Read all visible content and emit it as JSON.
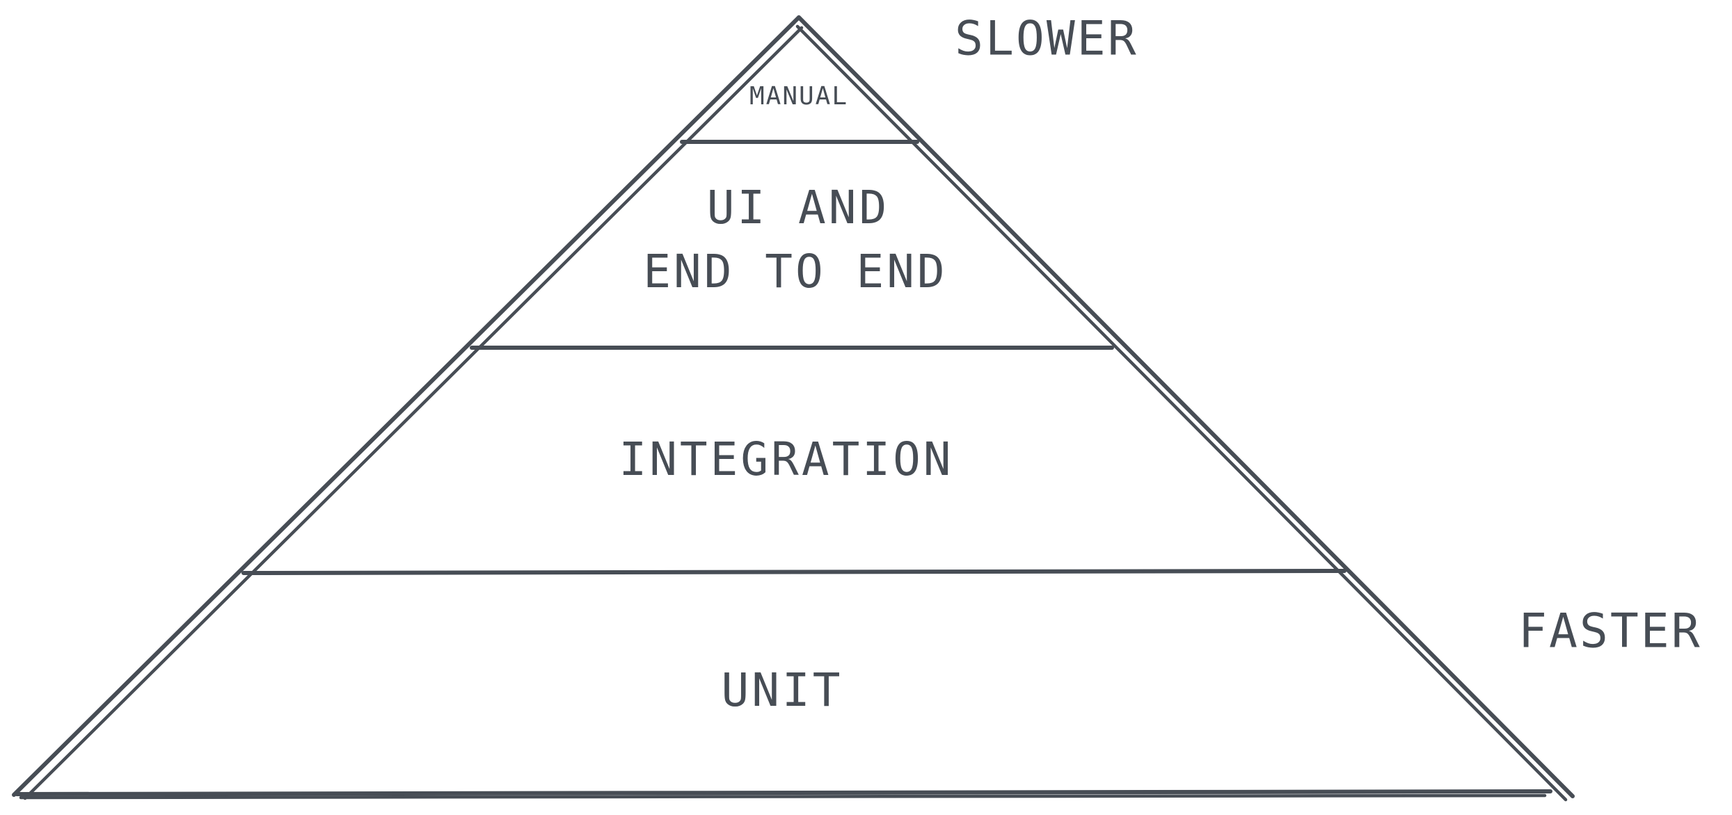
{
  "diagram": {
    "tiers": {
      "manual": "MANUAL",
      "ui_line1": "UI AND",
      "ui_line2": "END TO END",
      "integration": "INTEGRATION",
      "unit": "UNIT"
    },
    "side_labels": {
      "top": "SLOWER",
      "bottom": "FASTER"
    },
    "colors": {
      "ink": "#474d55",
      "background": "#ffffff"
    }
  }
}
